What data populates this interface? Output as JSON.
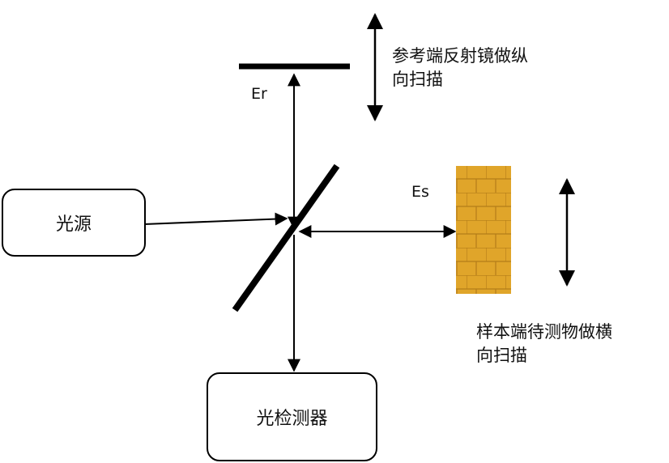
{
  "light_source": "光源",
  "detector": "光检测器",
  "er_label": "Er",
  "es_label": "Es",
  "reference_caption": [
    "参考端反射镜做纵",
    "向扫描"
  ],
  "sample_caption": [
    "样本端待测物做横",
    "向扫描"
  ],
  "sample_color": "#e0a52a"
}
